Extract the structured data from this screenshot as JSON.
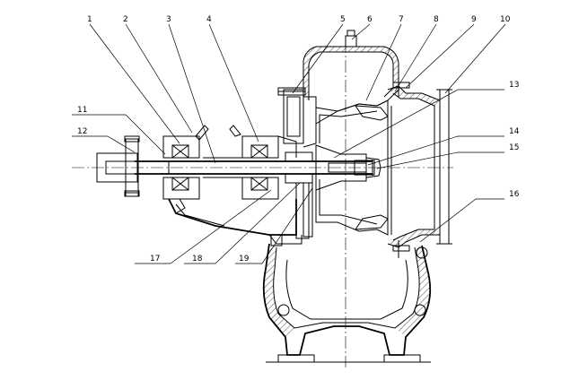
{
  "labels": [
    "1",
    "2",
    "3",
    "4",
    "5",
    "6",
    "7",
    "8",
    "9",
    "10",
    "11",
    "12",
    "13",
    "14",
    "15",
    "16",
    "17",
    "18",
    "19"
  ],
  "colors": {
    "line": "#000000",
    "background": "#ffffff"
  }
}
